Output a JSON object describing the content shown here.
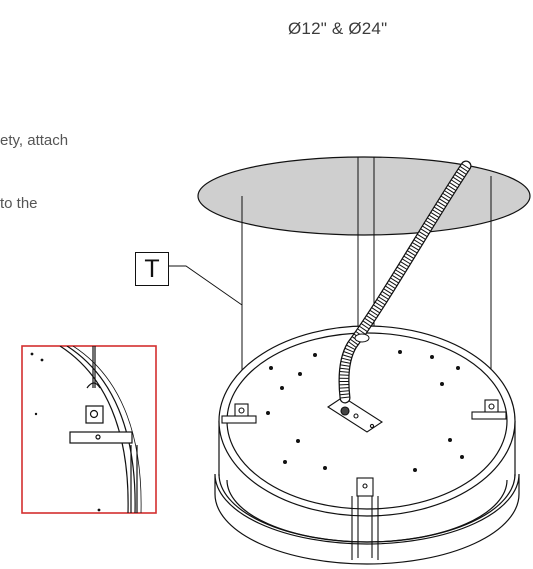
{
  "header": {
    "size_label": "Ø12\" & Ø24\""
  },
  "instructions": {
    "line1": "ety, attach",
    "line2": "to the"
  },
  "callout": {
    "label": "T"
  },
  "colors": {
    "ceiling_fill": "#cfcfcf",
    "detail_border": "#d32f2f",
    "line": "#111111"
  },
  "icons": {
    "ceiling": "ceiling-disc",
    "fixture": "round-luminaire",
    "conduit": "flexible-conduit",
    "detail": "bracket-detail"
  }
}
